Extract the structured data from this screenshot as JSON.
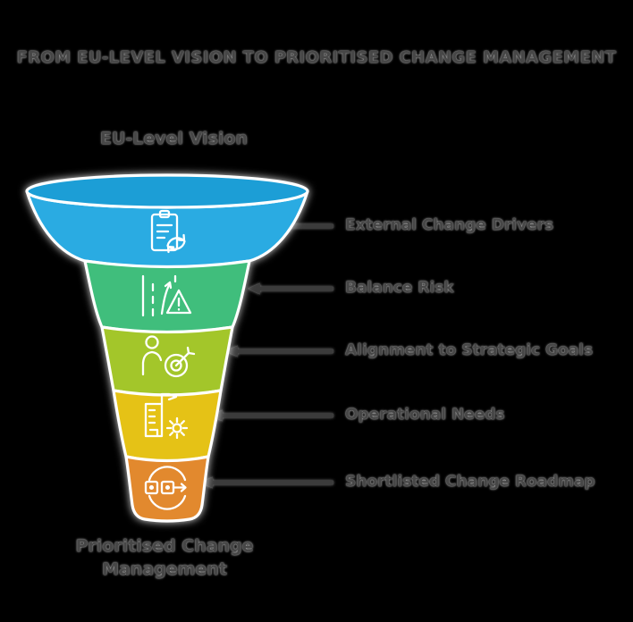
{
  "title": "FROM EU-LEVEL VISION TO PRIORITISED CHANGE MANAGEMENT",
  "funnel": {
    "top_label": "EU-Level Vision",
    "bottom_label_line1": "Prioritised Change",
    "bottom_label_line2": "Management",
    "rim_color": "#1D9ED6",
    "stages": [
      {
        "label": "External Change Drivers",
        "color": "#29ABE2",
        "icon": "clipboard-sync-icon"
      },
      {
        "label": "Balance Risk",
        "color": "#41BE7B",
        "icon": "road-risk-icon"
      },
      {
        "label": "Alignment to Strategic Goals",
        "color": "#A3C62A",
        "icon": "person-target-icon"
      },
      {
        "label": "Operational Needs",
        "color": "#E5C217",
        "icon": "building-gear-icon"
      },
      {
        "label": "Shortlisted Change Roadmap",
        "color": "#E2892E",
        "icon": "process-sync-icon"
      }
    ]
  },
  "colors": {
    "background": "#000000",
    "stage_divider": "#FFFFFF",
    "connector": "#3A3A3A",
    "text": "#474747",
    "icon_stroke": "#FFFFFF"
  }
}
